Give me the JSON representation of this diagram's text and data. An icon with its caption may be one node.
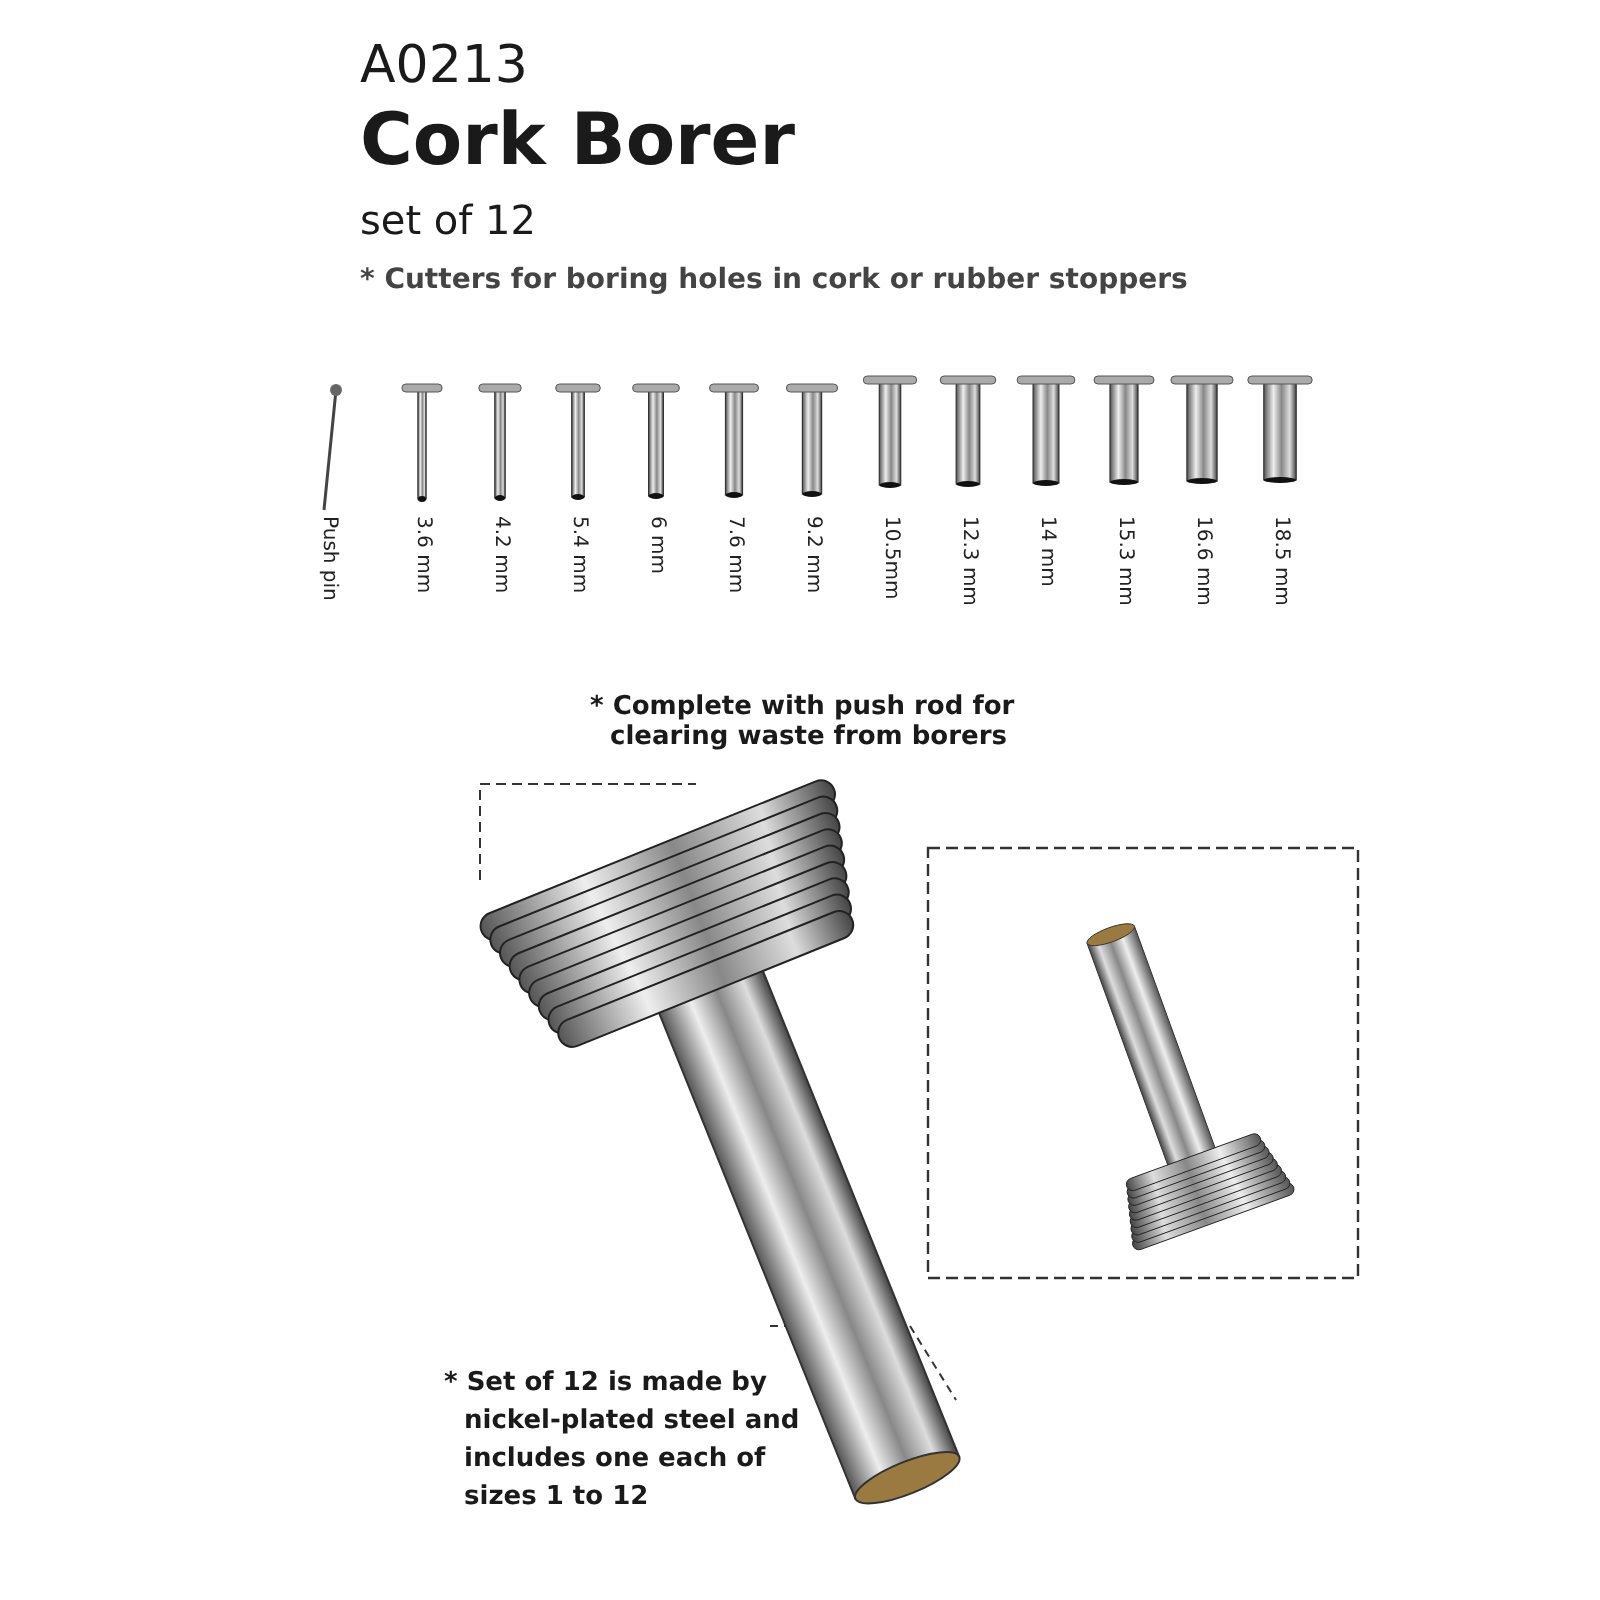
{
  "diagram": {
    "title": "Cork Borer",
    "labels": [
      "A0213",
      "set of 12",
      "* Cutters for boring holes in cork or rubber stoppers",
      "Push pin",
      "3.6 mm",
      "4.2 mm",
      "5.4 mm",
      "6 mm",
      "7.6 mm",
      "9.2 mm",
      "10.5mm",
      "12.3 mm",
      "14 mm",
      "15.3 mm",
      "16.6 mm",
      "18.5 mm",
      "* Complete with push rod for clearing waste from borers",
      "* Set of 12 is made by nickel-plated steel and includes one each of sizes 1 to 12"
    ]
  }
}
